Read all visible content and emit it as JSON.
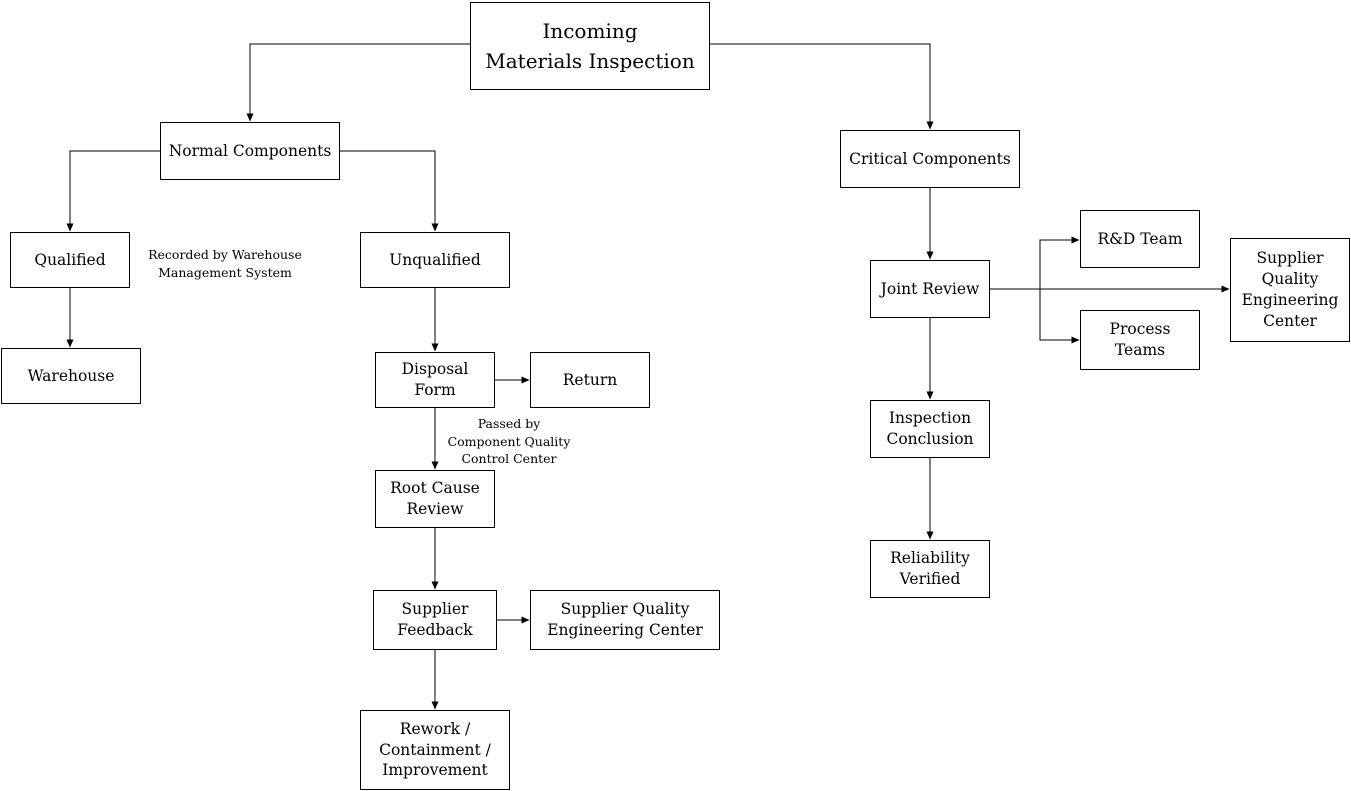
{
  "diagram": {
    "background_color": "#ffffff",
    "line_color": "#000000",
    "box_fill_color": "#ffffff",
    "text_color": "#000000"
  },
  "nodes": {
    "incoming": {
      "label": "Incoming\nMaterials Inspection"
    },
    "normal_components": {
      "label": "Normal Components"
    },
    "critical_components": {
      "label": "Critical Components"
    },
    "qualified": {
      "label": "Qualified"
    },
    "unqualified": {
      "label": "Unqualified"
    },
    "warehouse": {
      "label": "Warehouse"
    },
    "disposal_form": {
      "label": "Disposal\nForm"
    },
    "return": {
      "label": "Return"
    },
    "root_cause_review": {
      "label": "Root Cause\nReview"
    },
    "supplier_feedback": {
      "label": "Supplier\nFeedback"
    },
    "supplier_quality_center_left": {
      "label": "Supplier Quality\nEngineering Center"
    },
    "rework": {
      "label": "Rework /\nContainment /\nImprovement"
    },
    "joint_review": {
      "label": "Joint Review"
    },
    "rd_team": {
      "label": "R&D Team"
    },
    "process_teams": {
      "label": "Process\nTeams"
    },
    "supplier_quality_center_right": {
      "label": "Supplier\nQuality\nEngineering\nCenter"
    },
    "inspection_conclusion": {
      "label": "Inspection\nConclusion"
    },
    "reliability_verified": {
      "label": "Reliability\nVerified"
    }
  },
  "annotations": {
    "recorded_by": "Recorded by Warehouse\nManagement System",
    "passed_by": "Passed by\nComponent Quality\nControl Center"
  }
}
